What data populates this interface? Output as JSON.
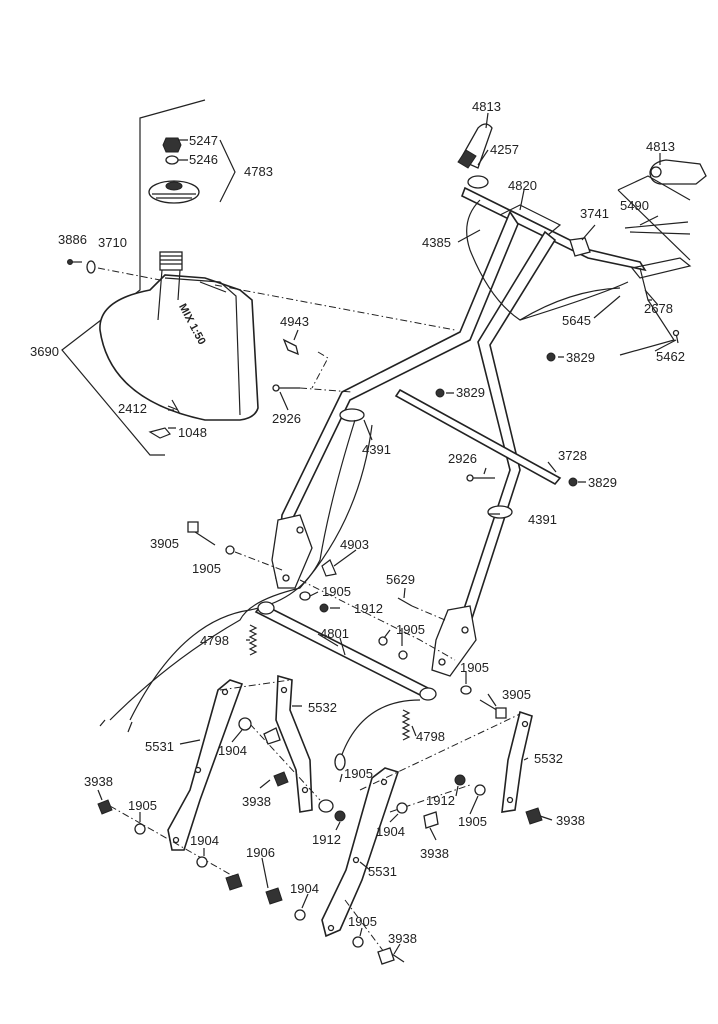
{
  "tank_text": "MIX 1:50",
  "labels": [
    {
      "id": "l-4813a",
      "text": "4813"
    },
    {
      "id": "l-4257",
      "text": "4257"
    },
    {
      "id": "l-4820",
      "text": "4820"
    },
    {
      "id": "l-4813b",
      "text": "4813"
    },
    {
      "id": "l-5247",
      "text": "5247"
    },
    {
      "id": "l-5246",
      "text": "5246"
    },
    {
      "id": "l-4783",
      "text": "4783"
    },
    {
      "id": "l-3886",
      "text": "3886"
    },
    {
      "id": "l-3710",
      "text": "3710"
    },
    {
      "id": "l-4385",
      "text": "4385"
    },
    {
      "id": "l-3741",
      "text": "3741"
    },
    {
      "id": "l-5490",
      "text": "5490"
    },
    {
      "id": "l-2678",
      "text": "2678"
    },
    {
      "id": "l-5645",
      "text": "5645"
    },
    {
      "id": "l-5462",
      "text": "5462"
    },
    {
      "id": "l-3829a",
      "text": "3829"
    },
    {
      "id": "l-3829b",
      "text": "3829"
    },
    {
      "id": "l-3829c",
      "text": "3829"
    },
    {
      "id": "l-3690",
      "text": "3690"
    },
    {
      "id": "l-4943",
      "text": "4943"
    },
    {
      "id": "l-2926a",
      "text": "2926"
    },
    {
      "id": "l-2926b",
      "text": "2926"
    },
    {
      "id": "l-2412",
      "text": "2412"
    },
    {
      "id": "l-1048",
      "text": "1048"
    },
    {
      "id": "l-4391a",
      "text": "4391"
    },
    {
      "id": "l-4391b",
      "text": "4391"
    },
    {
      "id": "l-3728",
      "text": "3728"
    },
    {
      "id": "l-3905a",
      "text": "3905"
    },
    {
      "id": "l-1905a",
      "text": "1905"
    },
    {
      "id": "l-4903",
      "text": "4903"
    },
    {
      "id": "l-1905b",
      "text": "1905"
    },
    {
      "id": "l-1912a",
      "text": "1912"
    },
    {
      "id": "l-5629",
      "text": "5629"
    },
    {
      "id": "l-1905c",
      "text": "1905"
    },
    {
      "id": "l-4798a",
      "text": "4798"
    },
    {
      "id": "l-4801",
      "text": "4801"
    },
    {
      "id": "l-1905d",
      "text": "1905"
    },
    {
      "id": "l-3905b",
      "text": "3905"
    },
    {
      "id": "l-5532a",
      "text": "5532"
    },
    {
      "id": "l-5531a",
      "text": "5531"
    },
    {
      "id": "l-1904a",
      "text": "1904"
    },
    {
      "id": "l-4798b",
      "text": "4798"
    },
    {
      "id": "l-5532b",
      "text": "5532"
    },
    {
      "id": "l-3938a",
      "text": "3938"
    },
    {
      "id": "l-3938b",
      "text": "3938"
    },
    {
      "id": "l-1905e",
      "text": "1905"
    },
    {
      "id": "l-1905f",
      "text": "1905"
    },
    {
      "id": "l-1912b",
      "text": "1912"
    },
    {
      "id": "l-1912c",
      "text": "1912"
    },
    {
      "id": "l-1904b",
      "text": "1904"
    },
    {
      "id": "l-1905g",
      "text": "1905"
    },
    {
      "id": "l-3938c",
      "text": "3938"
    },
    {
      "id": "l-3938d",
      "text": "3938"
    },
    {
      "id": "l-1904c",
      "text": "1904"
    },
    {
      "id": "l-1906",
      "text": "1906"
    },
    {
      "id": "l-5531b",
      "text": "5531"
    },
    {
      "id": "l-1904d",
      "text": "1904"
    },
    {
      "id": "l-1905h",
      "text": "1905"
    },
    {
      "id": "l-3938e",
      "text": "3938"
    }
  ]
}
